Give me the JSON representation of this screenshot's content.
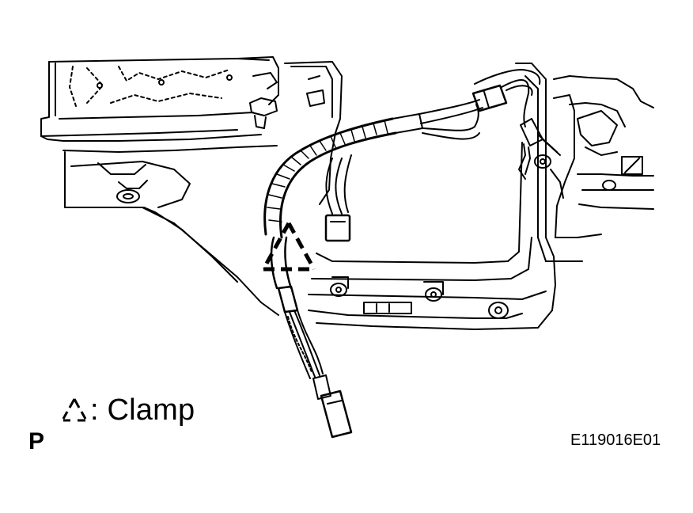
{
  "legend": {
    "icon": "clamp-triangle-icon",
    "text": ": Clamp"
  },
  "view_letter": "P",
  "figure_code": "E119016E01",
  "colors": {
    "line": "#000000",
    "background": "#ffffff"
  }
}
